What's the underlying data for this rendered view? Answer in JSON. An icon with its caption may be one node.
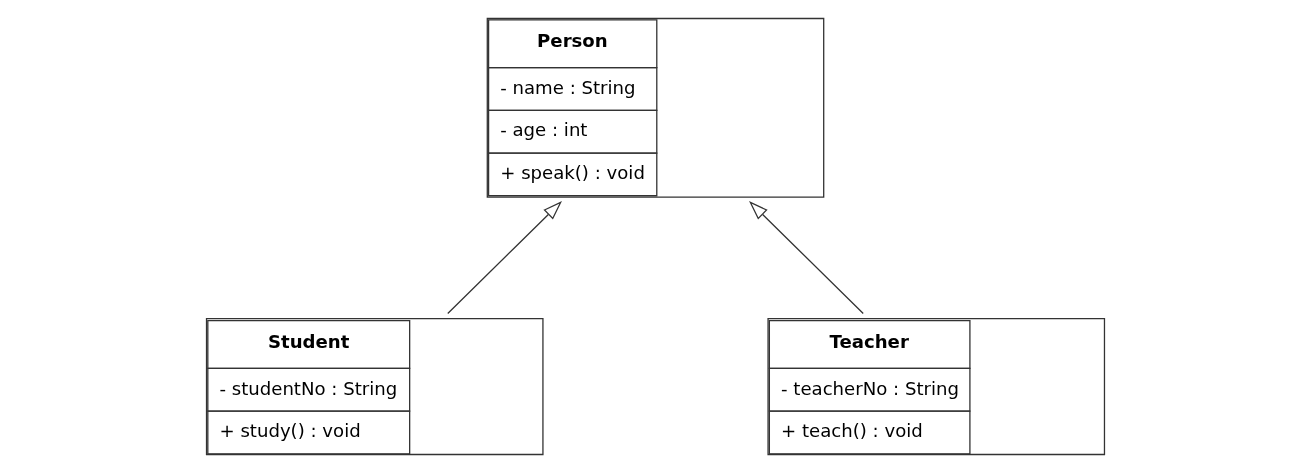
{
  "diagram": {
    "nodes": [
      {
        "text": [
          "Person",
          "- name : String",
          "- age : int",
          "+ speak() : void"
        ]
      },
      {
        "text": [
          "Student",
          "- studentNo : String",
          "+ study() : void"
        ]
      },
      {
        "text": [
          "Teacher",
          "- teacherNo : String",
          "+ teach() : void"
        ]
      }
    ],
    "edges": [
      {
        "from": 1,
        "to": 0,
        "arrow": "to"
      },
      {
        "from": 2,
        "to": 0,
        "arrow": "to"
      }
    ]
  }
}
